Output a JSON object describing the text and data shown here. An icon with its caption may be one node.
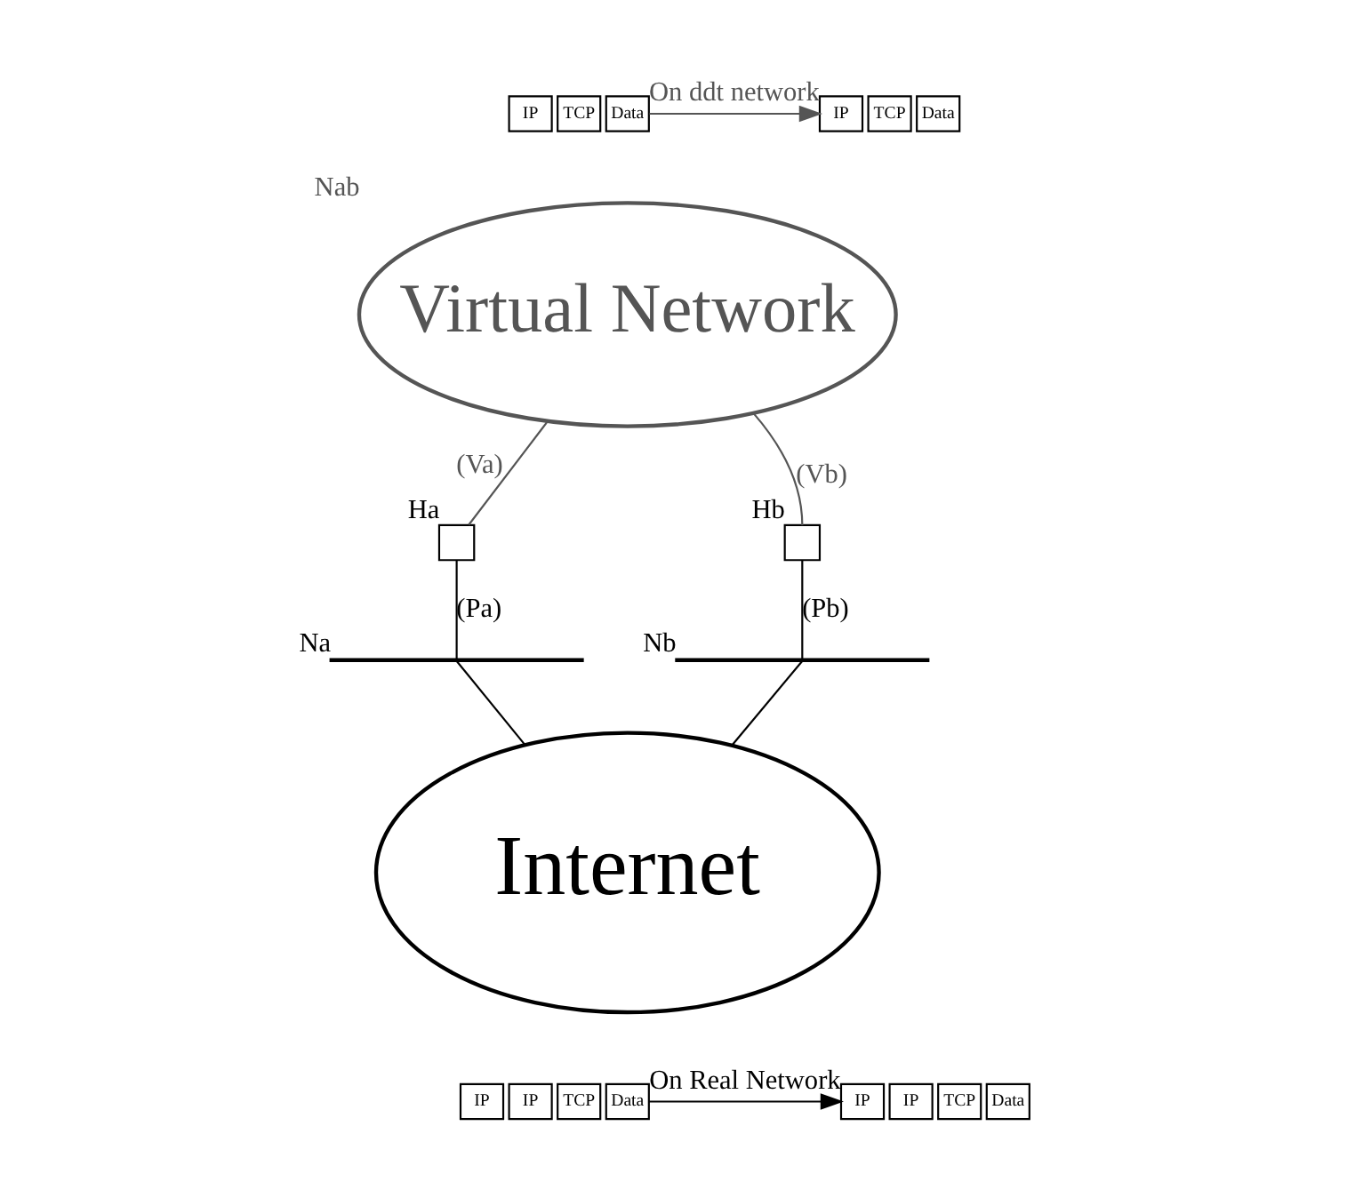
{
  "diagram": {
    "nodes": [
      {
        "text": [
          "IP"
        ]
      },
      {
        "text": [
          "TCP"
        ]
      },
      {
        "text": [
          "Data"
        ]
      },
      {
        "text": [
          "IP"
        ]
      },
      {
        "text": [
          "TCP"
        ]
      },
      {
        "text": [
          "Data"
        ]
      },
      {
        "text": [
          "Virtual Network"
        ],
        "beside": [
          "Nab"
        ]
      },
      {
        "text": [],
        "shape": "box",
        "beside": [
          "Ha"
        ]
      },
      {
        "text": [],
        "shape": "box",
        "beside": [
          "Hb"
        ]
      },
      {
        "text": [],
        "shape": "bar",
        "beside": [
          "Na"
        ]
      },
      {
        "text": [],
        "shape": "bar",
        "beside": [
          "Nb"
        ]
      },
      {
        "text": [
          "Internet"
        ]
      },
      {
        "text": [
          "IP"
        ]
      },
      {
        "text": [
          "IP"
        ]
      },
      {
        "text": [
          "TCP"
        ]
      },
      {
        "text": [
          "Data"
        ]
      },
      {
        "text": [
          "IP"
        ]
      },
      {
        "text": [
          "IP"
        ]
      },
      {
        "text": [
          "TCP"
        ]
      },
      {
        "text": [
          "Data"
        ]
      }
    ],
    "edges": [
      {
        "from": 2,
        "to": 3,
        "arrow": "to",
        "label": "On ddt network",
        "color": "#555555"
      },
      {
        "from": 6,
        "to": 7,
        "arrow": "none",
        "label": "(Va)",
        "color": "#555555"
      },
      {
        "from": 6,
        "to": 8,
        "arrow": "none",
        "label": "(Vb)",
        "color": "#555555"
      },
      {
        "from": 7,
        "to": 9,
        "arrow": "none",
        "label": "(Pa)"
      },
      {
        "from": 8,
        "to": 10,
        "arrow": "none",
        "label": "(Pb)"
      },
      {
        "from": 9,
        "to": 11,
        "arrow": "none"
      },
      {
        "from": 10,
        "to": 11,
        "arrow": "none"
      },
      {
        "from": 15,
        "to": 16,
        "arrow": "to",
        "label": "On Real Network"
      }
    ]
  }
}
